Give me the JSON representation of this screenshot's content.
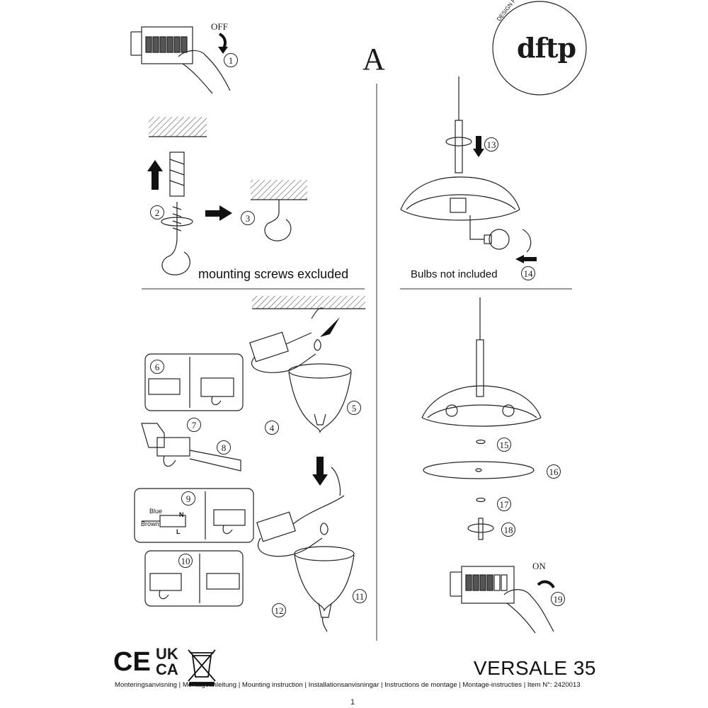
{
  "brand": {
    "logo_text": "dftp",
    "ring_text": "DESIGN FOR THE PEOPLE"
  },
  "section_letter": "A",
  "switch_labels": {
    "off": "OFF",
    "on": "ON"
  },
  "steps": [
    "1",
    "2",
    "3",
    "4",
    "5",
    "6",
    "7",
    "8",
    "9",
    "10",
    "11",
    "12",
    "13",
    "14",
    "15",
    "16",
    "17",
    "18",
    "19"
  ],
  "captions": {
    "mounting": "mounting screws excluded",
    "bulbs": "Bulbs not included"
  },
  "wire_labels": {
    "blue": "Blue",
    "brown": "Brown",
    "n": "N",
    "l": "L"
  },
  "marks": {
    "ce": "CE",
    "ukca_top": "UK",
    "ukca_bottom": "CA"
  },
  "product": {
    "name": "VERSALE 35",
    "instructions_line": "Monteringsanvisning | Montageanleitung | Mounting instruction | Installationsanvisningar | Instructions de montage | Montage-instructies | Item N°: 2420013",
    "page_number": "1"
  }
}
